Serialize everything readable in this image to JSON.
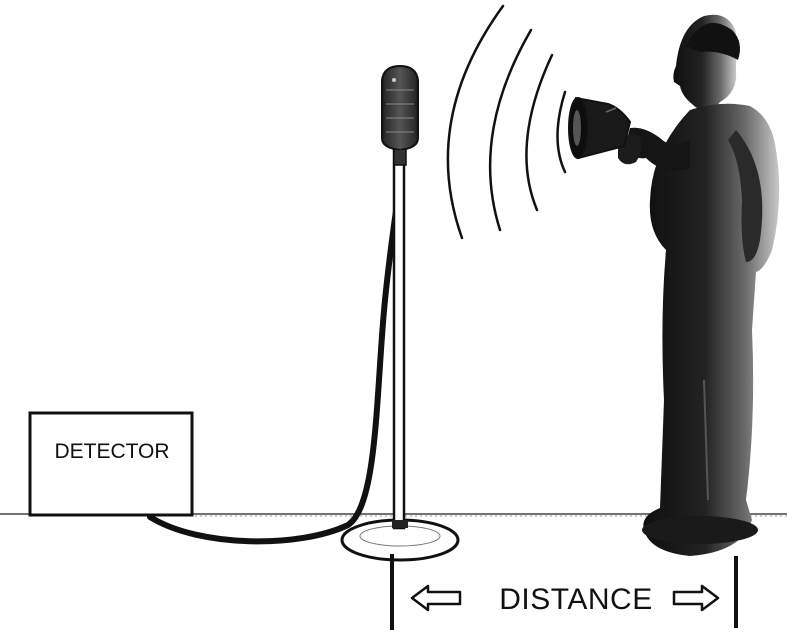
{
  "diagram": {
    "detector_label": "DETECTOR",
    "distance_label": "DISTANCE"
  },
  "colors": {
    "ink": "#111111",
    "background": "#ffffff",
    "figure_dark": "#1a1a1a",
    "figure_light": "#bfbfbf"
  },
  "icons": {
    "left_arrow": "hollow-left-arrow",
    "right_arrow": "hollow-right-arrow"
  }
}
